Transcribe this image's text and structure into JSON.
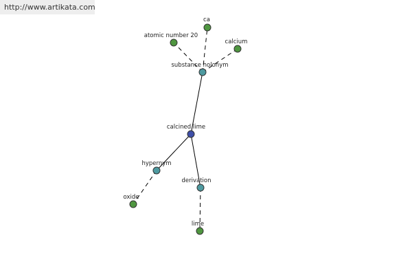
{
  "header": {
    "url": "http://www.artikata.com"
  },
  "colors": {
    "center": "#3f4fa8",
    "relation": "#4e9aa0",
    "leaf": "#4f9640",
    "banner": "#eeeeee"
  },
  "graph": {
    "nodes": [
      {
        "id": "calcined-lime",
        "label": "calcined lime",
        "kind": "center"
      },
      {
        "id": "substance-holonym",
        "label": "substance holonym",
        "kind": "relation"
      },
      {
        "id": "hypernym",
        "label": "hypernym",
        "kind": "relation"
      },
      {
        "id": "derivation",
        "label": "derivation",
        "kind": "relation"
      },
      {
        "id": "atomic-number-20",
        "label": "atomic number 20",
        "kind": "leaf"
      },
      {
        "id": "ca",
        "label": "ca",
        "kind": "leaf"
      },
      {
        "id": "calcium",
        "label": "calcium",
        "kind": "leaf"
      },
      {
        "id": "oxide",
        "label": "oxide",
        "kind": "leaf"
      },
      {
        "id": "lime",
        "label": "lime",
        "kind": "leaf"
      }
    ],
    "edges": [
      {
        "from": "calcined-lime",
        "to": "substance-holonym",
        "style": "solid"
      },
      {
        "from": "calcined-lime",
        "to": "hypernym",
        "style": "solid"
      },
      {
        "from": "calcined-lime",
        "to": "derivation",
        "style": "solid"
      },
      {
        "from": "substance-holonym",
        "to": "atomic-number-20",
        "style": "dashed"
      },
      {
        "from": "substance-holonym",
        "to": "ca",
        "style": "dashed"
      },
      {
        "from": "substance-holonym",
        "to": "calcium",
        "style": "dashed"
      },
      {
        "from": "hypernym",
        "to": "oxide",
        "style": "dashed"
      },
      {
        "from": "derivation",
        "to": "lime",
        "style": "dashed"
      }
    ]
  }
}
